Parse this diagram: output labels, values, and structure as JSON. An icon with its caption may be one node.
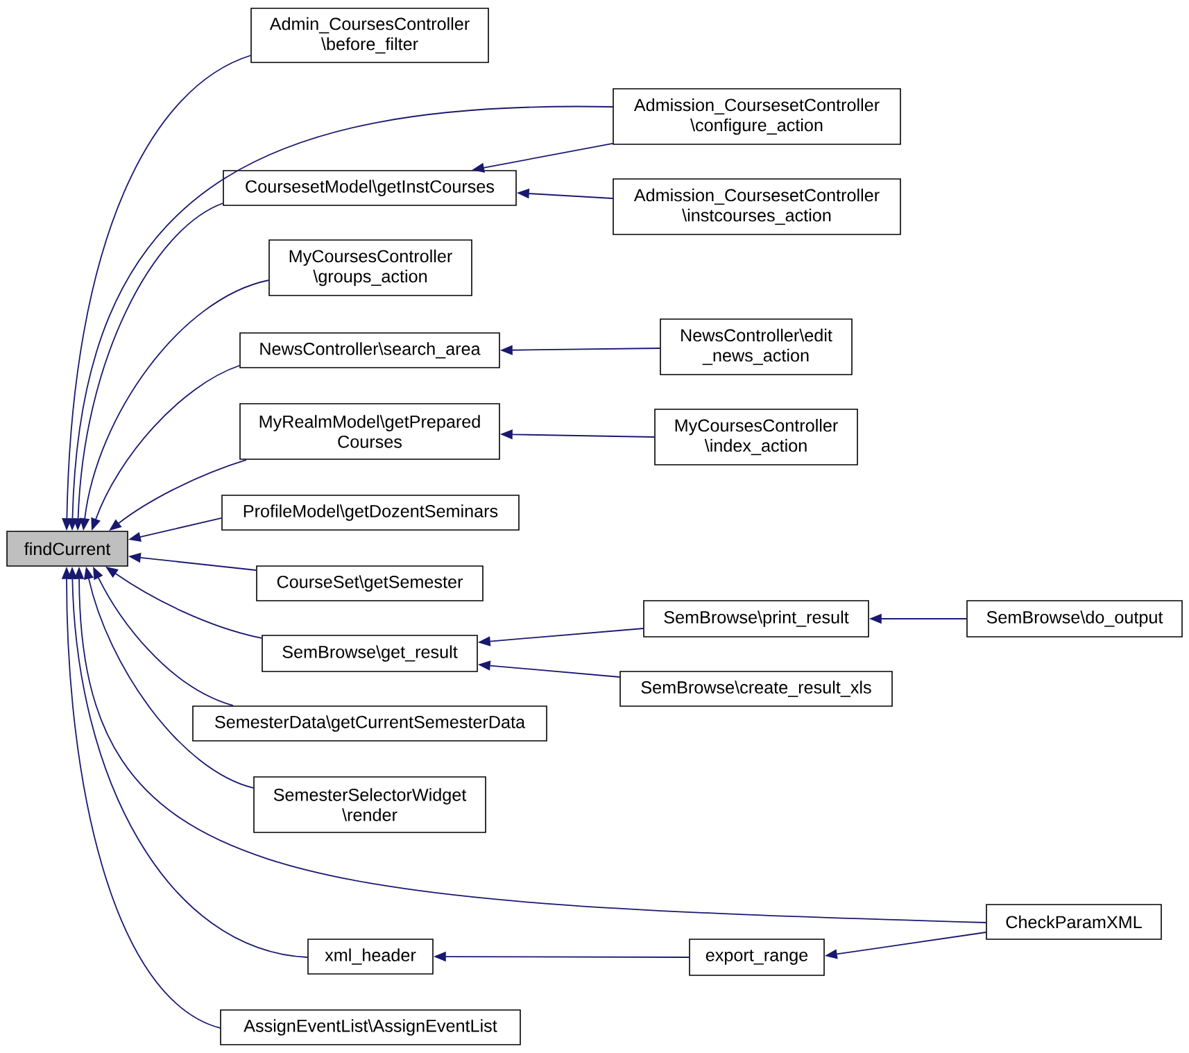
{
  "diagram": {
    "nodes": [
      {
        "text": [
          "Admin_CoursesController \\before_filter"
        ]
      },
      {
        "text": [
          "Admission_CoursesetController \\configure_action"
        ]
      },
      {
        "text": [
          "CoursesetModel\\getInstCourses"
        ]
      },
      {
        "text": [
          "Admission_CoursesetController \\instcourses_action"
        ]
      },
      {
        "text": [
          "MyCoursesController \\groups_action"
        ]
      },
      {
        "text": [
          "NewsController\\edit _news_action"
        ]
      },
      {
        "text": [
          "NewsController\\search_area"
        ]
      },
      {
        "text": [
          "MyRealmModel\\getPrepared Courses"
        ]
      },
      {
        "text": [
          "MyCoursesController \\index_action"
        ]
      },
      {
        "text": [
          "ProfileModel\\getDozentSeminars"
        ]
      },
      {
        "text": [
          "findCurrent"
        ]
      },
      {
        "text": [
          "CourseSet\\getSemester"
        ]
      },
      {
        "text": [
          "SemBrowse\\print_result"
        ]
      },
      {
        "text": [
          "SemBrowse\\do_output"
        ]
      },
      {
        "text": [
          "SemBrowse\\get_result"
        ]
      },
      {
        "text": [
          "SemBrowse\\create_result_xls"
        ]
      },
      {
        "text": [
          "SemesterData\\getCurrentSemesterData"
        ]
      },
      {
        "text": [
          "SemesterSelectorWidget \\render"
        ]
      },
      {
        "text": [
          "CheckParamXML"
        ]
      },
      {
        "text": [
          "xml_header"
        ]
      },
      {
        "text": [
          "export_range"
        ]
      },
      {
        "text": [
          "AssignEventList\\AssignEventList"
        ]
      }
    ],
    "edges": [
      {
        "from": 0,
        "to": 10,
        "arrow": "to"
      },
      {
        "from": 1,
        "to": 10,
        "arrow": "to"
      },
      {
        "from": 1,
        "to": 2,
        "arrow": "to"
      },
      {
        "from": 2,
        "to": 10,
        "arrow": "to"
      },
      {
        "from": 3,
        "to": 2,
        "arrow": "to"
      },
      {
        "from": 4,
        "to": 10,
        "arrow": "to"
      },
      {
        "from": 5,
        "to": 6,
        "arrow": "to"
      },
      {
        "from": 6,
        "to": 10,
        "arrow": "to"
      },
      {
        "from": 7,
        "to": 10,
        "arrow": "to"
      },
      {
        "from": 8,
        "to": 7,
        "arrow": "to"
      },
      {
        "from": 9,
        "to": 10,
        "arrow": "to"
      },
      {
        "from": 11,
        "to": 10,
        "arrow": "to"
      },
      {
        "from": 12,
        "to": 14,
        "arrow": "to"
      },
      {
        "from": 13,
        "to": 12,
        "arrow": "to"
      },
      {
        "from": 14,
        "to": 10,
        "arrow": "to"
      },
      {
        "from": 15,
        "to": 14,
        "arrow": "to"
      },
      {
        "from": 16,
        "to": 10,
        "arrow": "to"
      },
      {
        "from": 17,
        "to": 10,
        "arrow": "to"
      },
      {
        "from": 18,
        "to": 10,
        "arrow": "to"
      },
      {
        "from": 18,
        "to": 20,
        "arrow": "to"
      },
      {
        "from": 19,
        "to": 10,
        "arrow": "to"
      },
      {
        "from": 20,
        "to": 19,
        "arrow": "to"
      },
      {
        "from": 21,
        "to": 10,
        "arrow": "to"
      }
    ]
  }
}
